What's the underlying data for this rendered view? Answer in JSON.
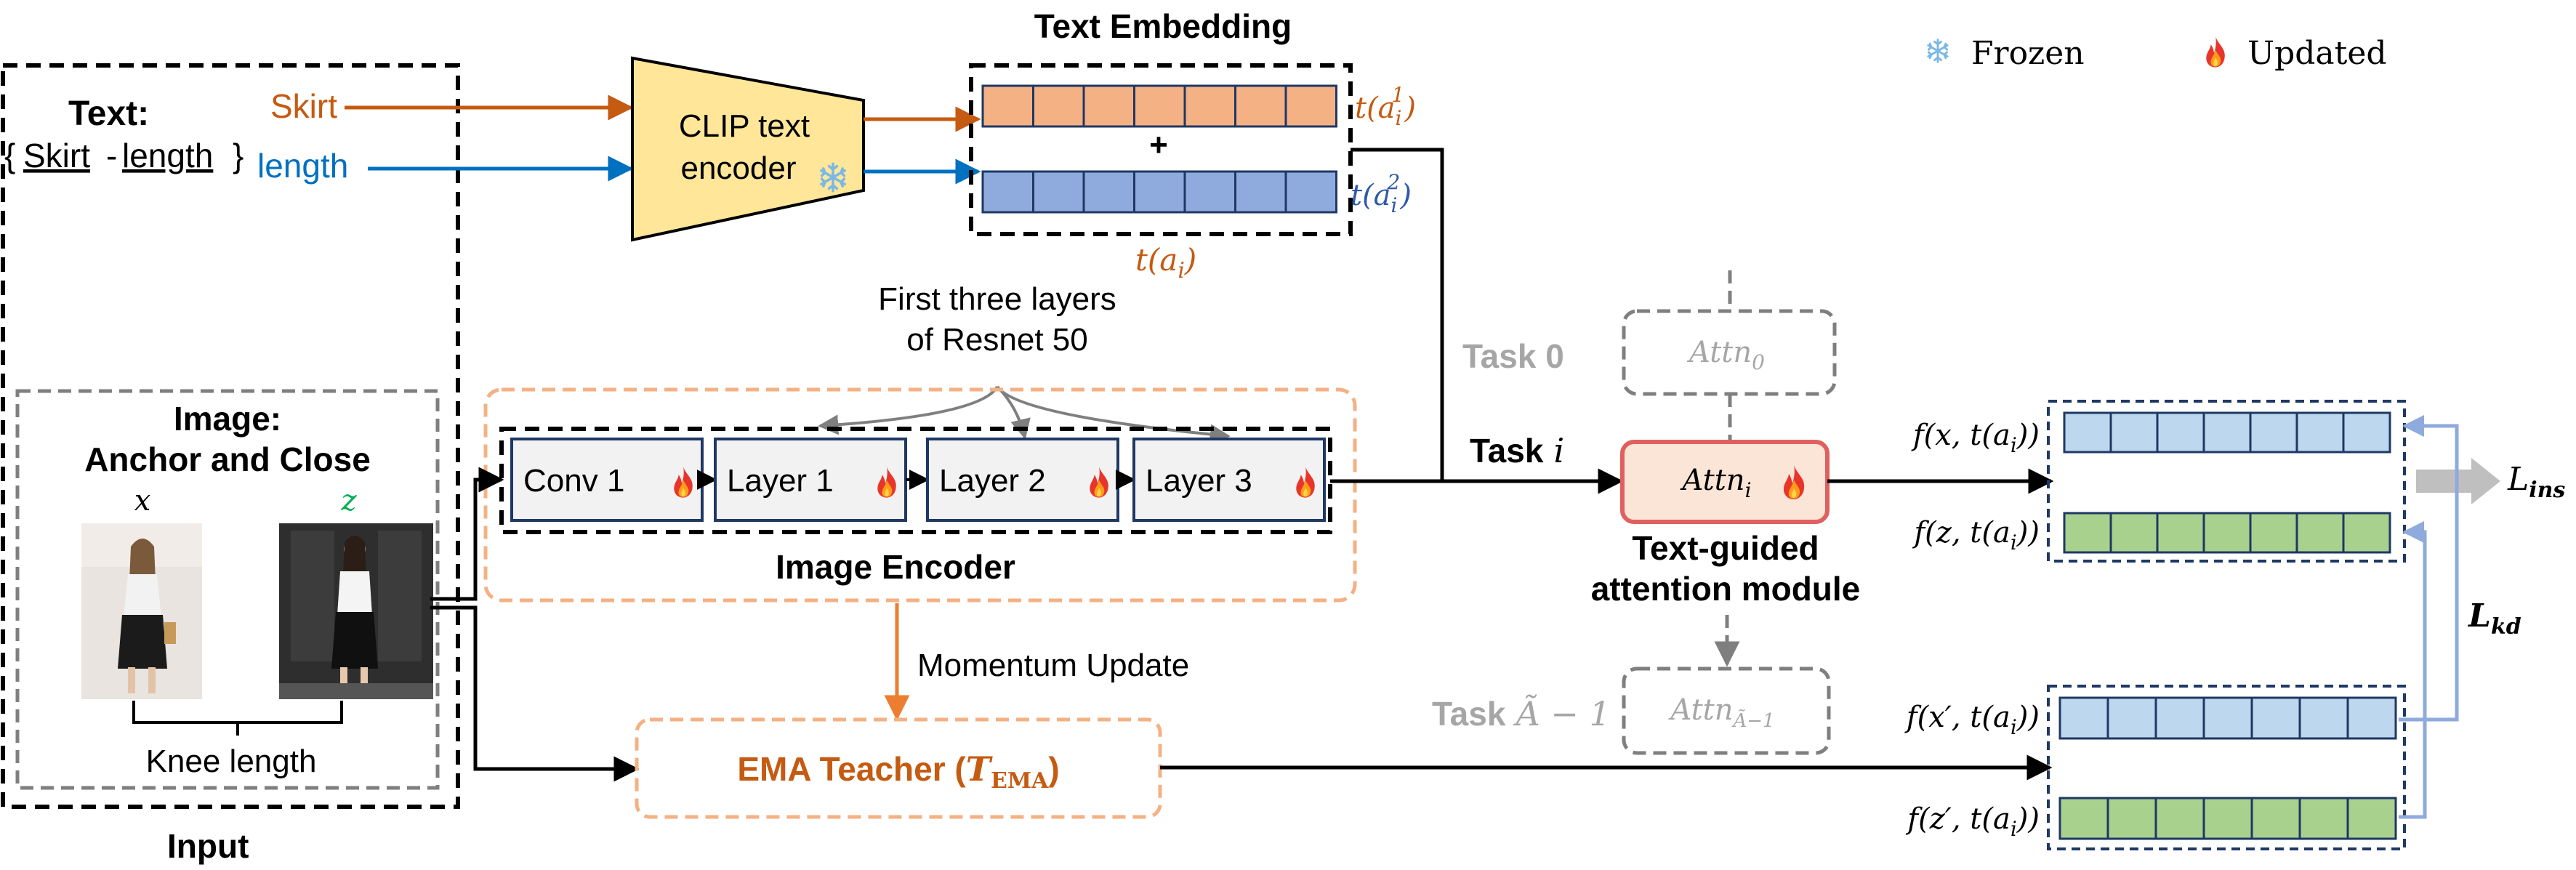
{
  "legend": {
    "frozen_label": "Frozen",
    "updated_label": "Updated",
    "frozen_icon": "snowflake-icon",
    "updated_icon": "fire-icon"
  },
  "input": {
    "caption": "Input",
    "text_title": "Text:",
    "text_attr_open": "{",
    "text_attr_word1": "Skirt",
    "text_attr_dash": "-",
    "text_attr_word2": "length",
    "text_attr_close": "}",
    "token1": "Skirt",
    "token2": "length",
    "image_title_line1": "Image:",
    "image_title_line2": "Anchor and Close",
    "anchor_var": "x",
    "close_var": "z",
    "image_label": "Knee length"
  },
  "clip": {
    "line1": "CLIP text",
    "line2": "encoder"
  },
  "text_embedding": {
    "title": "Text Embedding",
    "plus": "+",
    "label1_base": "t(a",
    "label1_sub": "i",
    "label1_sup": "1",
    "label1_close": ")",
    "label2_base": "t(a",
    "label2_sub": "i",
    "label2_sup": "2",
    "label2_close": ")",
    "sum_label_base": "t(a",
    "sum_label_sub": "i",
    "sum_label_close": ")"
  },
  "image_encoder": {
    "title": "Image Encoder",
    "resnet_note_line1": "First three layers",
    "resnet_note_line2": "of Resnet 50",
    "layers": [
      "Conv 1",
      "Layer 1",
      "Layer 2",
      "Layer 3"
    ]
  },
  "momentum": {
    "label": "Momentum Update"
  },
  "ema": {
    "label": "EMA Teacher (",
    "sym": "T",
    "sub": "EMA",
    "close": ")"
  },
  "tasks": {
    "task0_label": "Task 0",
    "task0_attn": "Attn",
    "task0_sub": "0",
    "taski_label": "Task",
    "taski_var": "i",
    "taski_attn": "Attn",
    "taski_sub": "i",
    "taskA_label": "Task",
    "taskA_var": "Ã − 1",
    "taskA_attn": "Attn",
    "taskA_sub": "Ã−1",
    "module_line1": "Text-guided",
    "module_line2": "attention module"
  },
  "outputs": {
    "f1": "f(x, t(a",
    "f2": "f(z, t(a",
    "f3": "f(x′, t(a",
    "f4": "f(z′, t(a",
    "sub": "i",
    "close": "))"
  },
  "losses": {
    "ins_base": "L",
    "ins_sub": "ins",
    "kd_base": "L",
    "kd_sub": "kd"
  },
  "colors": {
    "orange_text": "#c55a11",
    "blue_text": "#0070c0",
    "orange_cell": "#f4b183",
    "blue_cell": "#8faadc",
    "light_blue_cell": "#bdd7ee",
    "green_cell": "#a9d18e",
    "clip_fill": "#ffe699",
    "attn_fill": "#fbe5d6",
    "attn_stroke": "#e06060",
    "grey_text": "#a6a6a6",
    "ema_text": "#c55a11",
    "dash_orange": "#f4b183",
    "kd_line": "#8faadc",
    "green_var": "#00b050"
  }
}
